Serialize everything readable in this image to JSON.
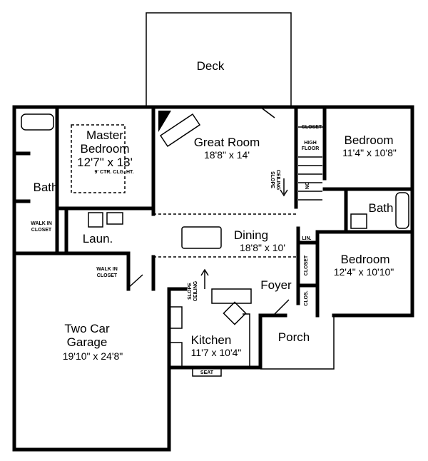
{
  "rooms": {
    "deck": {
      "name": "Deck"
    },
    "great_room": {
      "name": "Great Room",
      "size": "18'8\" x 14'"
    },
    "master_bedroom": {
      "name_line1": "Master",
      "name_line2": "Bedroom",
      "size": "12'7\" x 13'",
      "note": "9' CTR. CLG. HT."
    },
    "master_bath": {
      "name": "Bath"
    },
    "walk_in_closet_master": {
      "line1": "WALK IN",
      "line2": "CLOSET"
    },
    "laundry": {
      "name": "Laun."
    },
    "walk_in_closet_hall": {
      "line1": "WALK IN",
      "line2": "CLOSET"
    },
    "dining": {
      "name": "Dining",
      "size": "18'8\" x 10'"
    },
    "bedroom_1": {
      "name": "Bedroom",
      "size": "11'4\" x 10'8\""
    },
    "bath_2": {
      "name": "Bath"
    },
    "bedroom_2": {
      "name": "Bedroom",
      "size": "12'4\" x 10'10\""
    },
    "closet_top": {
      "name": "CLOSET"
    },
    "high_floor": {
      "line1": "HIGH",
      "line2": "FLOOR"
    },
    "stairs": {
      "label": "DN"
    },
    "linen": {
      "name": "LIN."
    },
    "closet_mid": {
      "name": "CLOSET"
    },
    "closet_small": {
      "name": "CLOS."
    },
    "foyer": {
      "name": "Foyer"
    },
    "porch": {
      "name": "Porch"
    },
    "kitchen": {
      "name": "Kitchen",
      "size": "11'7 x 10'4\""
    },
    "seat": {
      "name": "SEAT"
    },
    "garage": {
      "name_line1": "Two Car",
      "name_line2": "Garage",
      "size": "19'10\" x 24'8\""
    }
  },
  "annotations": {
    "slope_ceiling_great": {
      "line1": "SLOPE",
      "line2": "CEILING"
    },
    "slope_ceiling_kitchen": {
      "line1": "SLOPE",
      "line2": "CEILING"
    }
  }
}
